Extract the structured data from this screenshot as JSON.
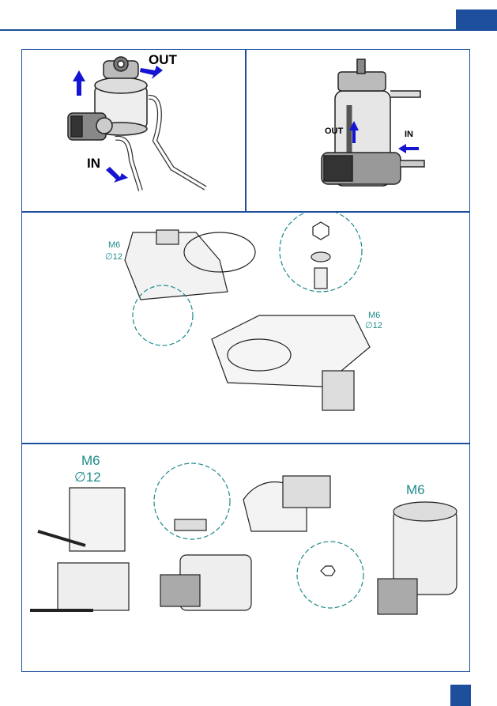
{
  "colors": {
    "brand": "#1d4f9c",
    "accent": "#1e8a8a",
    "arrow": "#1414d2"
  },
  "panel1": {
    "out_label": "OUT",
    "in_label": "IN"
  },
  "panel2": {
    "out_label": "OUT",
    "in_label": "IN"
  },
  "panel3": {
    "bolt_label": "M6",
    "diameter_label": "∅12",
    "bolt_label_2": "M6",
    "diameter_label_2": "∅12"
  },
  "panel4": {
    "bolt_label": "M6",
    "diameter_label": "∅12",
    "nut_label": "M6"
  }
}
